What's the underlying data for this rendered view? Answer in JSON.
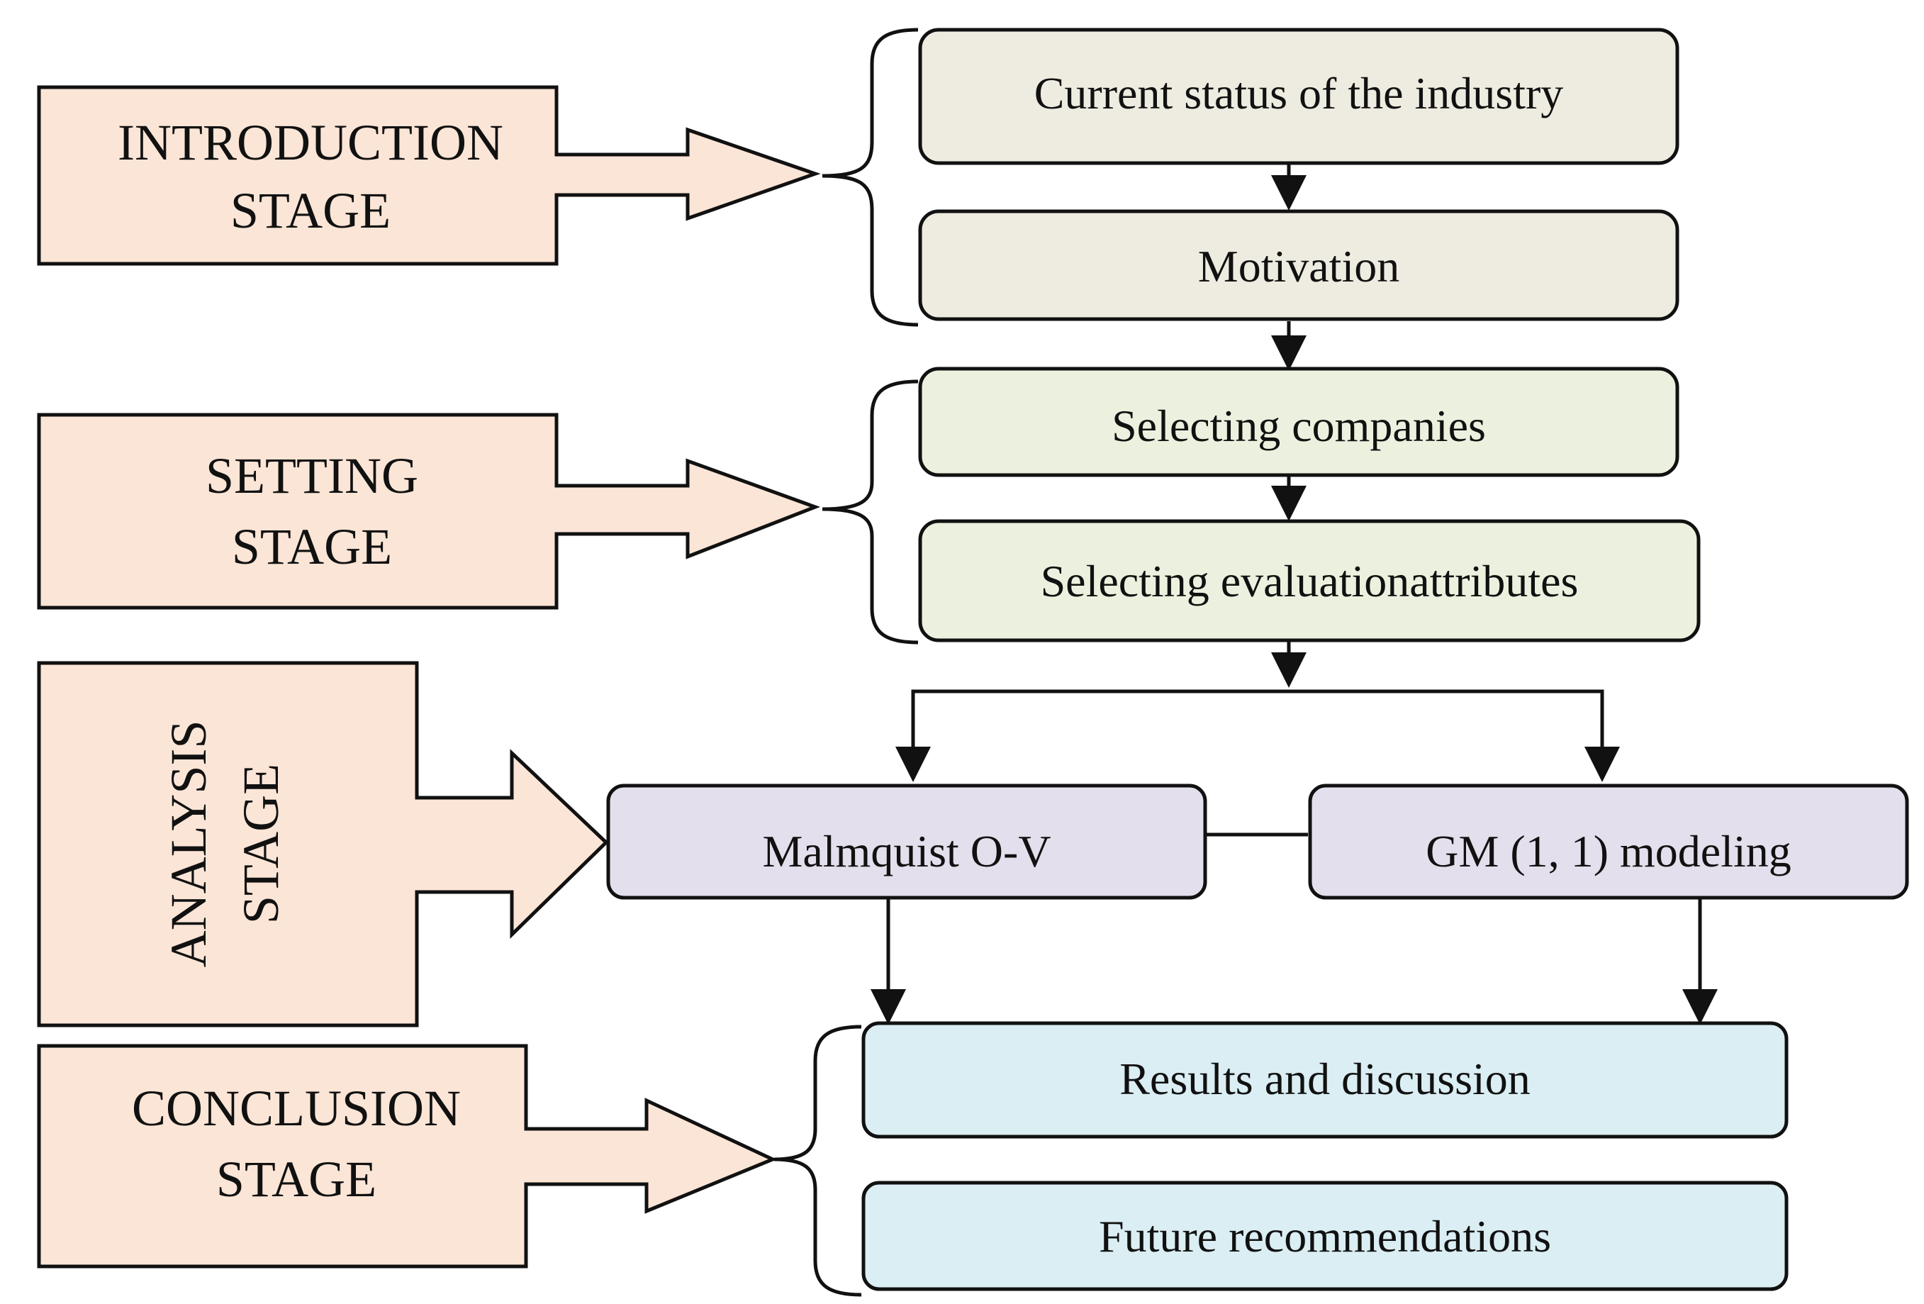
{
  "stages": [
    {
      "id": "introduction",
      "lines": [
        "INTRODUCTION",
        "STAGE"
      ],
      "fill": "#fbe5d6"
    },
    {
      "id": "setting",
      "lines": [
        "SETTING",
        "STAGE"
      ],
      "fill": "#fbe5d6"
    },
    {
      "id": "analysis",
      "lines": [
        "ANALYSIS",
        "STAGE"
      ],
      "fill": "#fbe5d6",
      "orientation": "vertical"
    },
    {
      "id": "conclusion",
      "lines": [
        "CONCLUSION",
        "STAGE"
      ],
      "fill": "#fbe5d6"
    }
  ],
  "steps": {
    "current_status": {
      "label": "Current status of the industry",
      "fill": "#eeebe0",
      "stage": "introduction"
    },
    "motivation": {
      "label": "Motivation",
      "fill": "#eeebe0",
      "stage": "introduction"
    },
    "selecting_companies": {
      "label": "Selecting companies",
      "fill": "#ebf1de",
      "stage": "setting"
    },
    "selecting_attributes": {
      "label": "Selecting evaluationattributes",
      "fill": "#ebf1de",
      "stage": "setting"
    },
    "malmquist": {
      "label": "Malmquist O-V",
      "fill": "#e4dfec",
      "stage": "analysis"
    },
    "gm_modeling": {
      "label": "GM (1, 1) modeling",
      "fill": "#e4dfec",
      "stage": "analysis"
    },
    "results": {
      "label": "Results and discussion",
      "fill": "#daeef3",
      "stage": "conclusion"
    },
    "future": {
      "label": "Future recommendations",
      "fill": "#daeef3",
      "stage": "conclusion"
    }
  },
  "connections": [
    {
      "from": "current_status",
      "to": "motivation",
      "arrow": true
    },
    {
      "from": "motivation",
      "to": "selecting_companies",
      "arrow": true
    },
    {
      "from": "selecting_companies",
      "to": "selecting_attributes",
      "arrow": true
    },
    {
      "from": "selecting_attributes",
      "to": "malmquist",
      "arrow": true
    },
    {
      "from": "selecting_attributes",
      "to": "gm_modeling",
      "arrow": true
    },
    {
      "from": "malmquist",
      "to": "gm_modeling",
      "arrow": false
    },
    {
      "from": "malmquist",
      "to": "results",
      "arrow": true
    },
    {
      "from": "gm_modeling",
      "to": "results",
      "arrow": true
    }
  ],
  "colors": {
    "stroke": "#111111",
    "stage_fill": "#fbe5d6",
    "introduction_steps": "#eeebe0",
    "setting_steps": "#ebf1de",
    "analysis_steps": "#e4dfec",
    "conclusion_steps": "#daeef3"
  }
}
